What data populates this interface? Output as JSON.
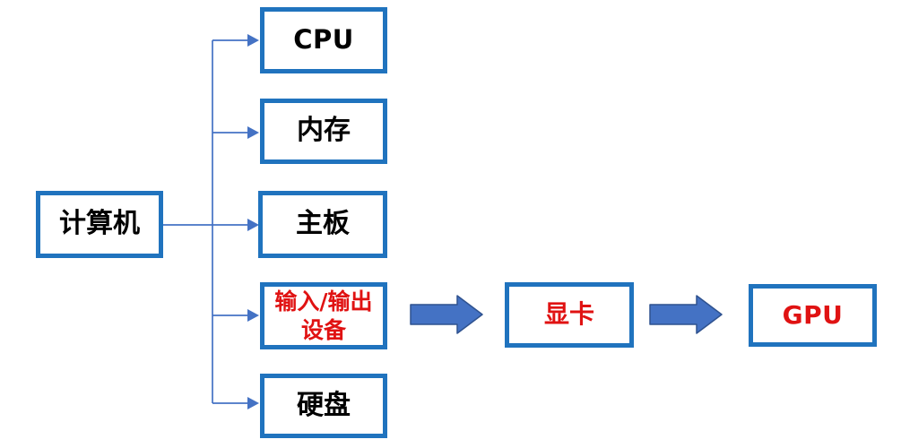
{
  "diagram": {
    "type": "hierarchy-flowchart",
    "root": {
      "label": "计算机"
    },
    "components": {
      "cpu": {
        "label": "CPU"
      },
      "memory": {
        "label": "内存"
      },
      "motherboard": {
        "label": "主板"
      },
      "io_device": {
        "label": "输入/输出设备"
      },
      "hard_disk": {
        "label": "硬盘"
      }
    },
    "chain": {
      "graphics_card": {
        "label": "显卡"
      },
      "gpu": {
        "label": "GPU"
      }
    },
    "relations": [
      "计算机 -> CPU",
      "计算机 -> 内存",
      "计算机 -> 主板",
      "计算机 -> 输入/输出设备",
      "计算机 -> 硬盘",
      "输入/输出设备 => 显卡",
      "显卡 => GPU"
    ],
    "colors": {
      "background": "#ffffff",
      "box_border": "#2073be",
      "connector": "#4472c4",
      "block_arrow_fill": "#4472c4",
      "block_arrow_stroke": "#2f528f",
      "default_text": "#000000",
      "highlight_text": "#e01212"
    }
  }
}
